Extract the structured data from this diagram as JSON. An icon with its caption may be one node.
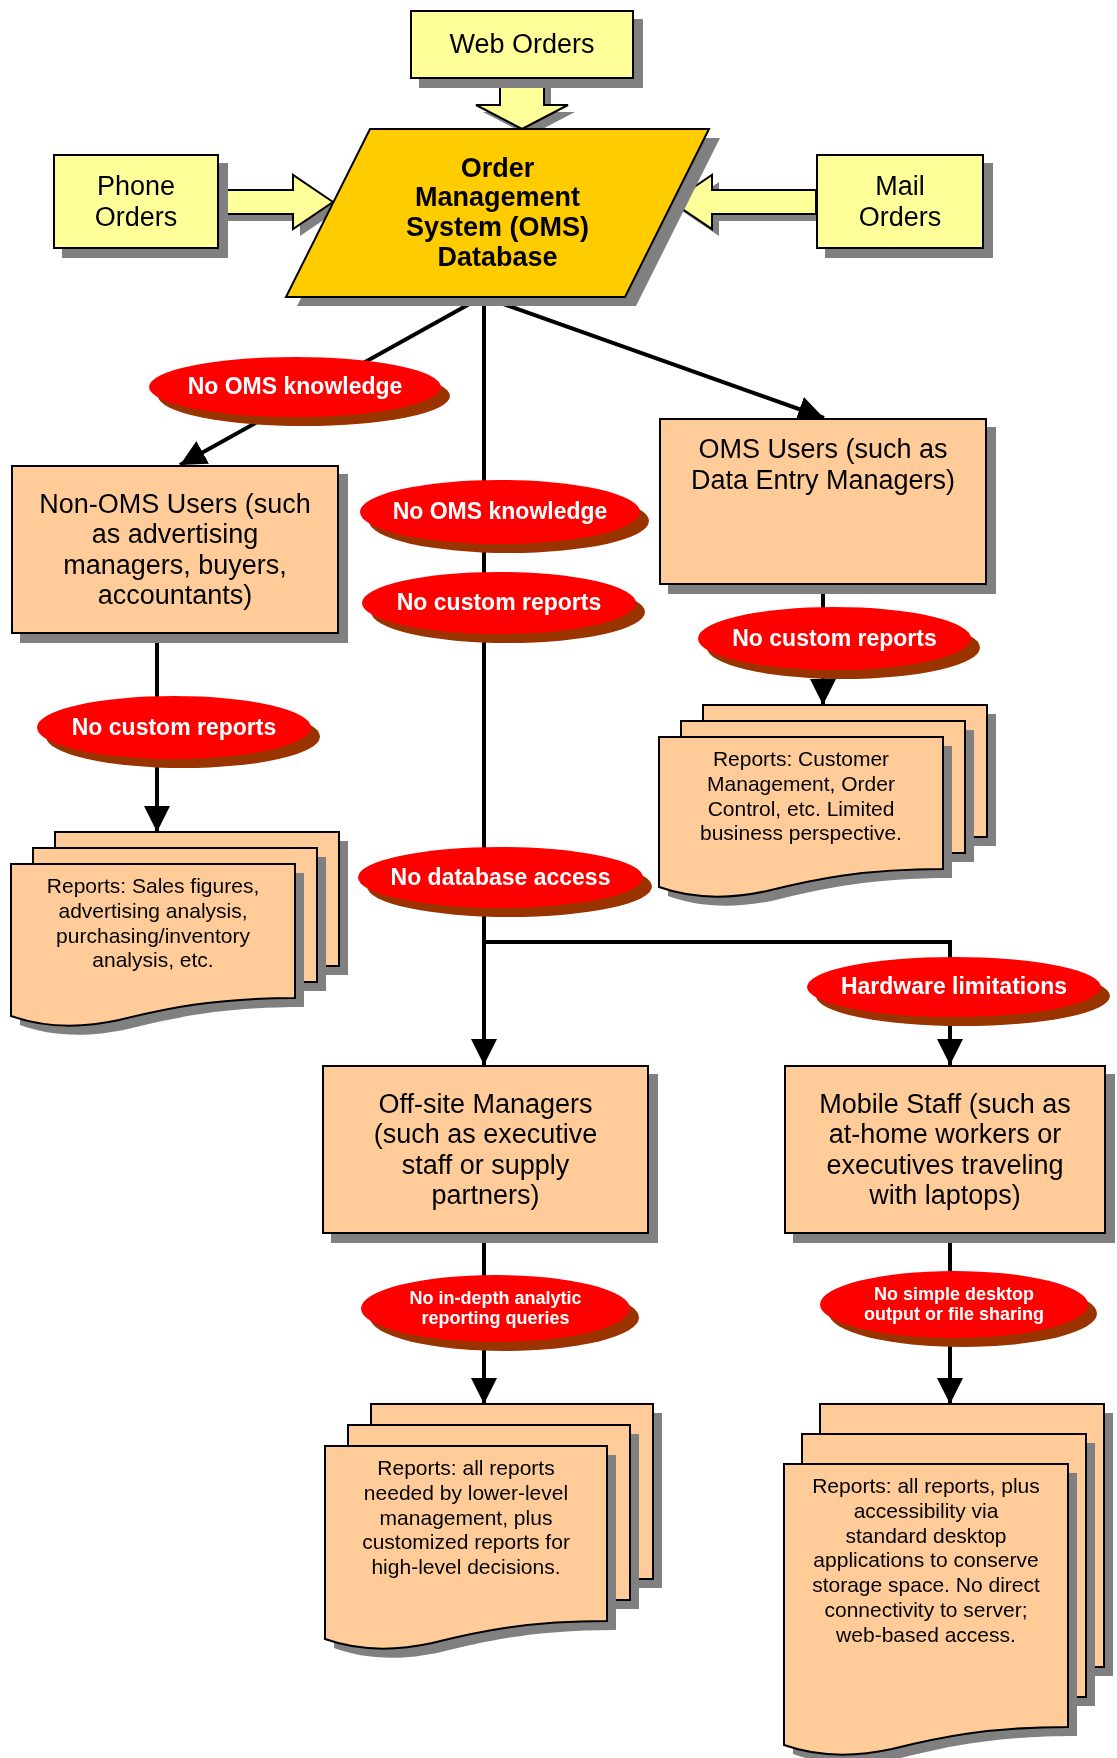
{
  "diagram": {
    "nodes": [
      {
        "text": [
          "Web Orders"
        ]
      },
      {
        "text": [
          "Phone Orders"
        ]
      },
      {
        "text": [
          "Mail Orders"
        ]
      },
      {
        "text": [
          "Order Management System (OMS) Database"
        ]
      },
      {
        "text": [
          "Non-OMS Users (such as advertising managers, buyers, accountants)"
        ]
      },
      {
        "text": [
          "OMS Users (such as Data Entry Managers)"
        ]
      },
      {
        "text": [
          "Reports: Sales figures, advertising analysis, purchasing/inventory analysis, etc."
        ]
      },
      {
        "text": [
          "Reports: Customer Management, Order Control, etc. Limited business perspective."
        ]
      },
      {
        "text": [
          "Off-site Managers (such as executive staff or supply partners)"
        ]
      },
      {
        "text": [
          "Mobile Staff (such as at-home workers or executives traveling with laptops)"
        ]
      },
      {
        "text": [
          "Reports: all reports needed by lower-level management, plus customized reports for high-level decisions."
        ]
      },
      {
        "text": [
          "Reports: all reports, plus accessibility via standard desktop applications to conserve storage space. No direct connectivity to server; web-based access."
        ]
      }
    ],
    "edges": [
      {
        "from": 0,
        "to": 3,
        "arrow": "to",
        "style": "thick",
        "color": "#ffff99"
      },
      {
        "from": 1,
        "to": 3,
        "arrow": "to",
        "style": "thick",
        "color": "#ffff99"
      },
      {
        "from": 2,
        "to": 3,
        "arrow": "to",
        "style": "thick",
        "color": "#ffff99"
      },
      {
        "from": 3,
        "to": 4,
        "arrow": "to",
        "label": "No OMS knowledge"
      },
      {
        "from": 3,
        "to": 5,
        "arrow": "to"
      },
      {
        "from": 3,
        "to": 8,
        "arrow": "to"
      },
      {
        "from": 3,
        "to": 9,
        "arrow": "to",
        "label": "Hardware limitations"
      },
      {
        "from": 4,
        "to": 6,
        "arrow": "to",
        "label": "No custom reports"
      },
      {
        "from": 5,
        "to": 7,
        "arrow": "to",
        "label": "No custom reports"
      },
      {
        "from": 8,
        "to": 10,
        "arrow": "to",
        "label": "No in-depth analytic reporting queries"
      },
      {
        "from": 9,
        "to": 11,
        "arrow": "to",
        "label": "No simple desktop output or file sharing"
      }
    ],
    "labels": [
      "No OMS knowledge",
      "No custom reports",
      "No database access"
    ]
  }
}
